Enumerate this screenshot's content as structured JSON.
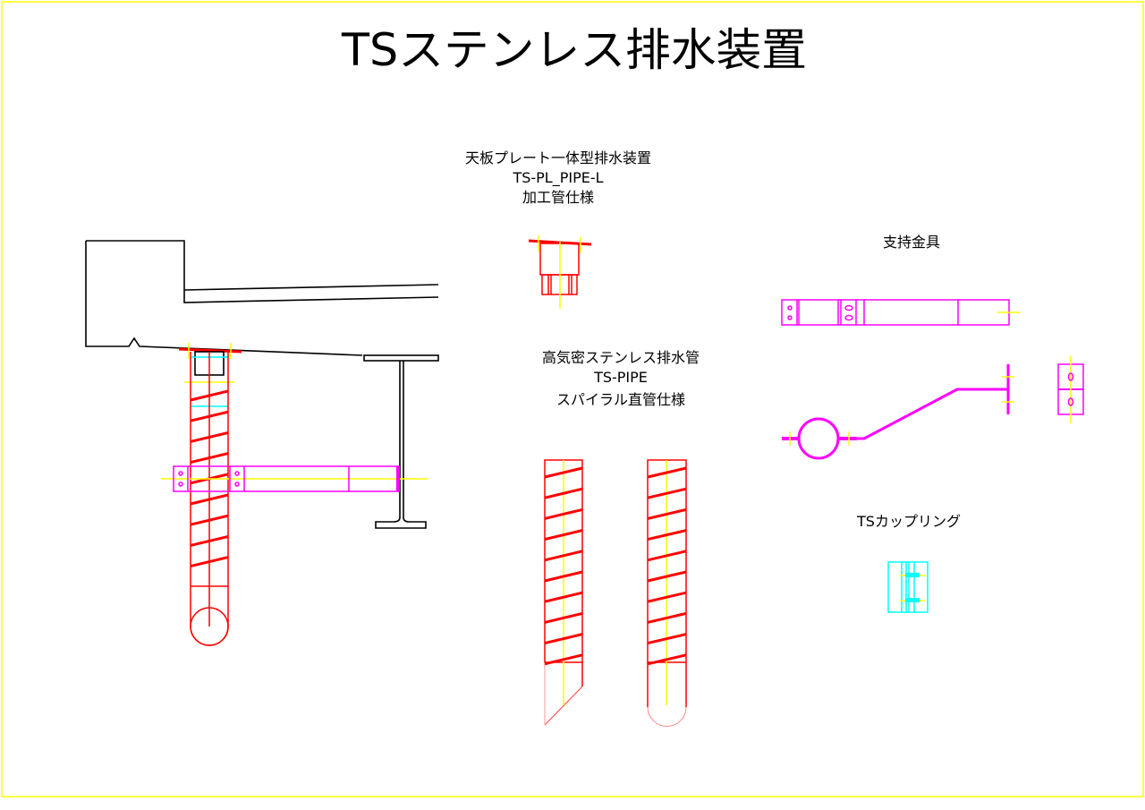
{
  "title": "TSステンレス排水装置",
  "sections": {
    "plate_drain": {
      "line1": "天板プレート一体型排水装置",
      "line2": "TS-PL_PIPE-L",
      "line3": "加工管仕様"
    },
    "spiral_pipe": {
      "line1": "高気密ステンレス排水管",
      "line2": "TS-PIPE",
      "line3": "スパイラル直管仕様"
    },
    "support": {
      "label": "支持金具"
    },
    "coupling": {
      "label": "TSカップリング"
    }
  },
  "colors": {
    "frame": "#ffff00",
    "pipe": "#ff0000",
    "bracket": "#ff00ff",
    "coupling": "#00ffff",
    "structure": "#000000"
  }
}
